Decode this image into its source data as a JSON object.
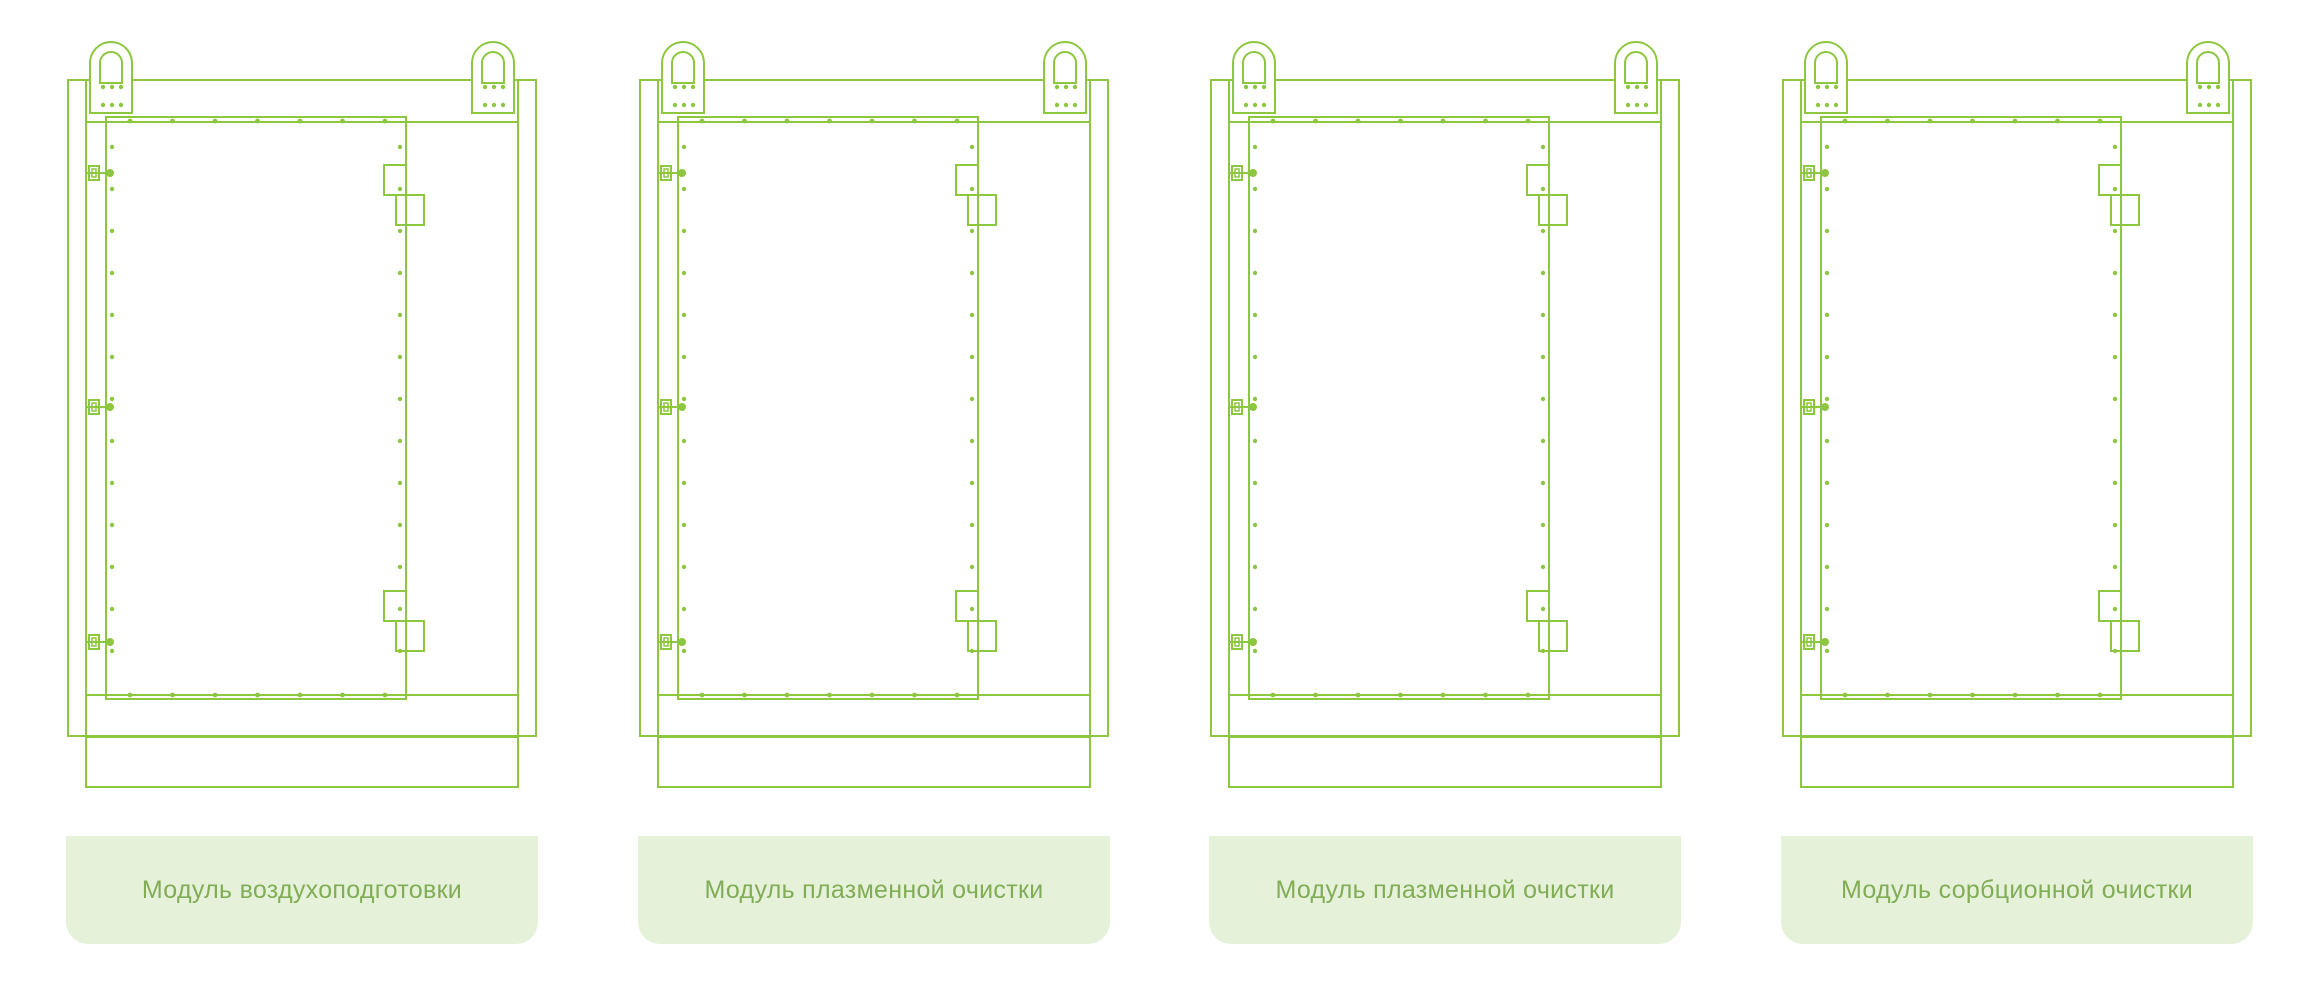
{
  "colors": {
    "line": "#8dc63f",
    "label_bg": "#e6f1da",
    "label_text": "#80ad55"
  },
  "modules": [
    {
      "label": "Модуль воздухоподготовки"
    },
    {
      "label": "Модуль плазменной очистки"
    },
    {
      "label": "Модуль плазменной очистки"
    },
    {
      "label": "Модуль сорбционной очистки"
    }
  ]
}
